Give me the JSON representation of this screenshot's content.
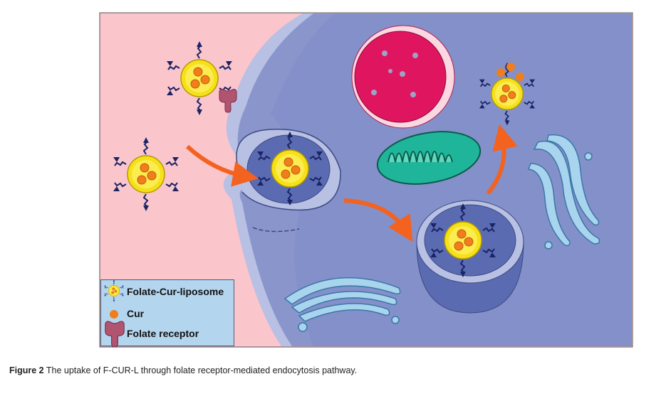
{
  "figure": {
    "legend": {
      "items": [
        {
          "label": "Folate-Cur-liposome",
          "icon": "liposome-icon"
        },
        {
          "label": "Cur",
          "icon": "orange-dot-icon"
        },
        {
          "label": "Folate receptor",
          "icon": "receptor-icon"
        }
      ]
    },
    "caption": {
      "label": "Figure 2",
      "text": "The uptake of F-CUR-L through folate receptor-mediated endocytosis pathway."
    },
    "colors": {
      "extracellular": "#fbc5cc",
      "cytoplasm": "#8a95cc",
      "membrane": "#b8c0e4",
      "liposome": "#f6e01a",
      "cur": "#f07e1c",
      "arrow": "#f4621f",
      "lysosome": "#e0155f",
      "mitochondrion": "#1fb59a",
      "golgi": "#a9d4ee"
    }
  }
}
